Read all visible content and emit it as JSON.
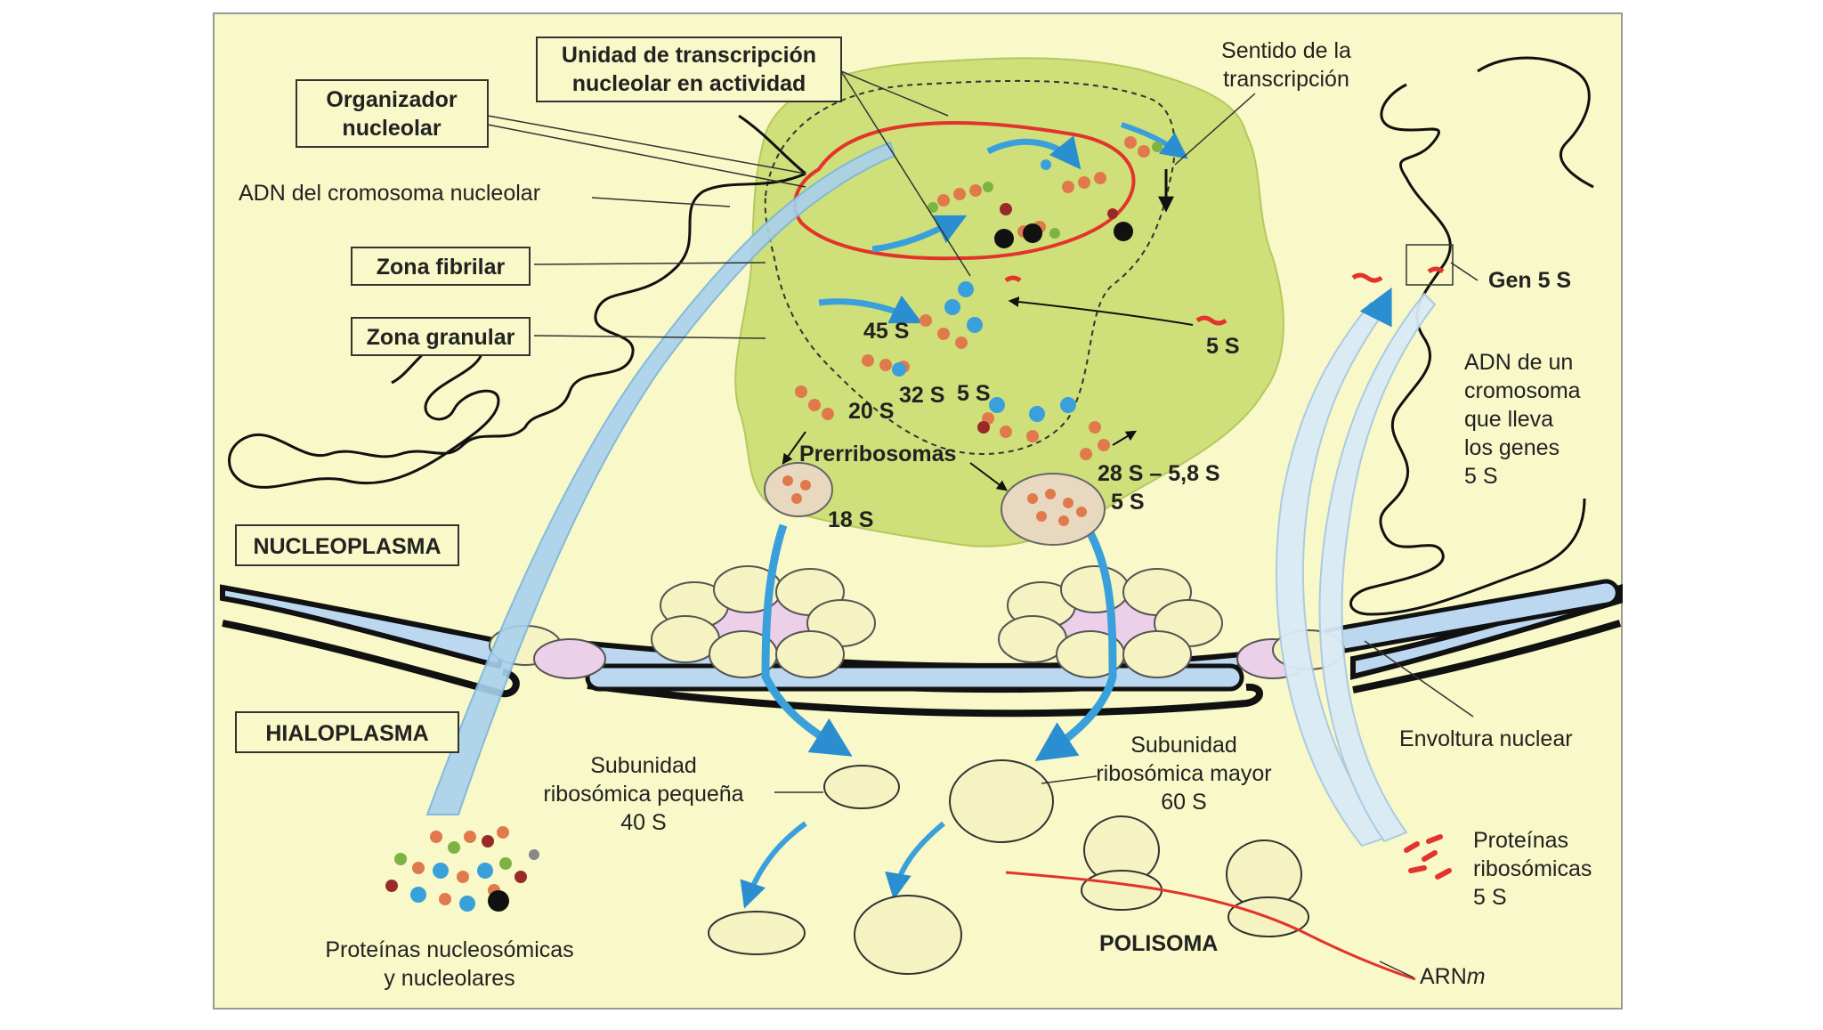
{
  "colors": {
    "background": "#f8f8c8",
    "nucleolus": "#cfe07a",
    "membrane_blue": "#bcd8f0",
    "arrow_blue": "#3aa0dc",
    "rna_red": "#e2342c",
    "ribosome": "#f6f3c2",
    "pore_pink": "#eccfe8"
  },
  "labels": {
    "organizador_1": "Organizador",
    "organizador_2": "nucleolar",
    "unidad_1": "Unidad de transcripción",
    "unidad_2": "nucleolar en actividad",
    "sentido_1": "Sentido de la",
    "sentido_2": "transcripción",
    "adn_cromosoma_nucleolar": "ADN del cromosoma nucleolar",
    "zona_fibrilar": "Zona fibrilar",
    "zona_granular": "Zona granular",
    "gen_5s": "Gen 5 S",
    "s5_a": "5 S",
    "adn_un_1": "ADN de un",
    "adn_un_2": "cromosoma",
    "adn_un_3": "que lleva",
    "adn_un_4": "los genes",
    "adn_un_5": "5 S",
    "s45": "45 S",
    "s32": "32 S",
    "s5_b": "5 S",
    "s20": "20 S",
    "prerribosomas": "Prerribosomas",
    "s28_58": "28 S – 5,8 S",
    "s5_c": "5 S",
    "s18": "18 S",
    "nucleoplasma": "NUCLEOPLASMA",
    "hialoplasma": "HIALOPLASMA",
    "envoltura": "Envoltura nuclear",
    "sub_pequena_1": "Subunidad",
    "sub_pequena_2": "ribosómica pequeña",
    "sub_pequena_3": "40 S",
    "sub_mayor_1": "Subunidad",
    "sub_mayor_2": "ribosómica mayor",
    "sub_mayor_3": "60 S",
    "prot_ribo_1": "Proteínas",
    "prot_ribo_2": "ribosómicas",
    "prot_ribo_3": "5 S",
    "polisoma": "POLISOMA",
    "arnm_1": "ARN",
    "arnm_2": "m",
    "prot_nucleo_1": "Proteínas nucleosómicas",
    "prot_nucleo_2": "y nucleolares"
  }
}
